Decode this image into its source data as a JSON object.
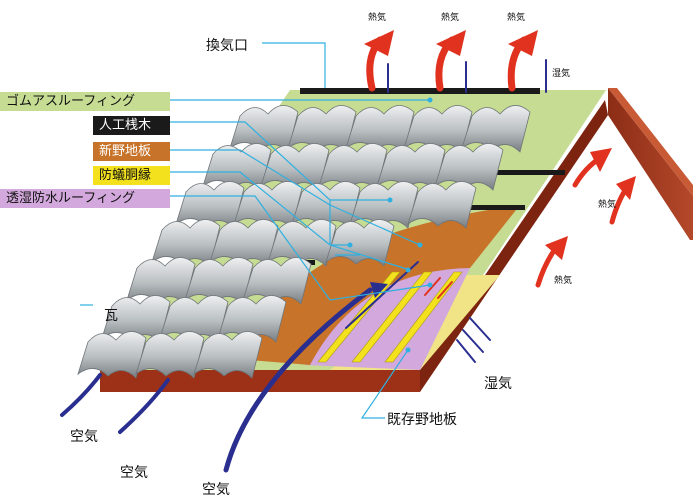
{
  "legend": [
    {
      "id": "rubber",
      "text": "ゴムアスルーフィング",
      "bg": "#c6dc93",
      "fg": "#111111"
    },
    {
      "id": "batten",
      "text": "人工桟木",
      "bg": "#1a1a1a",
      "fg": "#ffffff"
    },
    {
      "id": "newboard",
      "text": "新野地板",
      "bg": "#c8732a",
      "fg": "#ffffff"
    },
    {
      "id": "antitermite",
      "text": "防蟻胴縁",
      "bg": "#f2e11c",
      "fg": "#111111"
    },
    {
      "id": "breathable",
      "text": "透湿防水ルーフィング",
      "bg": "#d3a8dc",
      "fg": "#111111"
    }
  ],
  "labels": {
    "vent": "換気口",
    "heat": "熱気",
    "humidity": "湿気",
    "tile": "瓦",
    "air": "空気",
    "existing_board": "既存野地板"
  },
  "colors": {
    "leader": "#2fb0e0",
    "heat_arrow": "#e0321e",
    "air_arrow": "#2a2f8f",
    "roof_side": "#a0381e",
    "tile_light": "#dfe1e3",
    "tile_dark": "#8a9094"
  }
}
